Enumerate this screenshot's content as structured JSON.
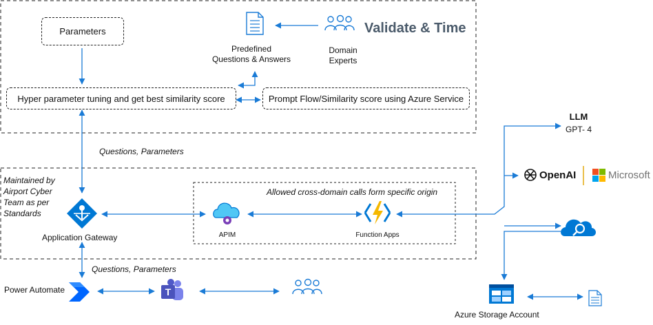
{
  "labels": {
    "parameters": "Parameters",
    "predefined_qa": [
      "Predefined",
      "Questions & Answers"
    ],
    "domain_experts": [
      "Domain",
      "Experts"
    ],
    "validate_time": "Validate & Time",
    "hyper_param": "Hyper parameter tuning and get best similarity score",
    "prompt_flow": "Prompt Flow/Similarity score using Azure Service",
    "questions_params_top": "Questions, Parameters",
    "maintained_by": [
      "Maintained by",
      "Airport Cyber",
      "Team as per",
      "Standards"
    ],
    "allowed_calls": "Allowed cross-domain calls form specific origin",
    "app_gateway": "Application Gateway",
    "apim": "APIM",
    "function_apps": "Function Apps",
    "questions_params_bottom": "Questions, Parameters",
    "power_automate": "Power Automate",
    "llm": "LLM",
    "gpt4": "GPT- 4",
    "openai": "OpenAI",
    "microsoft": "Microsoft",
    "storage": "Azure Storage Account"
  },
  "colors": {
    "arrow": "#1a7bd6",
    "azure_blue": "#0078d4",
    "title_gray": "#4a5a6a",
    "ms_red": "#f25022",
    "ms_green": "#7fba00",
    "ms_blue": "#00a4ef",
    "ms_yellow": "#ffb900",
    "teams": "#5059c9",
    "divider": "#e0a400"
  },
  "icons": [
    "document-icon",
    "people-icon",
    "app-gateway-icon",
    "apim-icon",
    "function-apps-icon",
    "power-automate-icon",
    "teams-icon",
    "openai-icon",
    "microsoft-icon",
    "cognitive-search-icon",
    "storage-icon"
  ]
}
